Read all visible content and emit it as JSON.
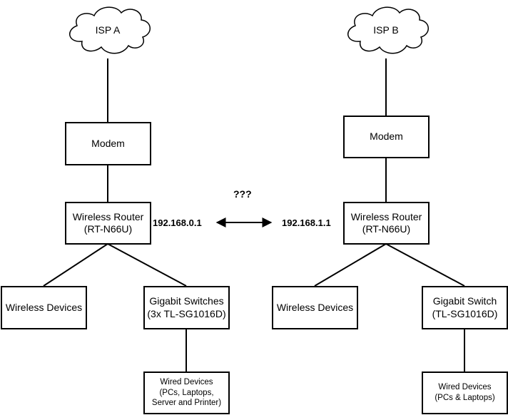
{
  "networks": [
    {
      "isp": "ISP A",
      "modem": "Modem",
      "router": {
        "title": "Wireless Router",
        "model": "(RT-N66U)"
      },
      "router_ip": "192.168.0.1",
      "wireless": "Wireless Devices",
      "switch": {
        "title": "Gigabit Switches",
        "model": "(3x TL-SG1016D)"
      },
      "wired": {
        "title": "Wired Devices",
        "line1": "(PCs, Laptops,",
        "line2": "Server and Printer)"
      }
    },
    {
      "isp": "ISP B",
      "modem": "Modem",
      "router": {
        "title": "Wireless Router",
        "model": "(RT-N66U)"
      },
      "router_ip": "192.168.1.1",
      "wireless": "Wireless Devices",
      "switch": {
        "title": "Gigabit Switch",
        "model": "(TL-SG1016D)"
      },
      "wired": {
        "title": "Wired Devices",
        "line1": "(PCs & Laptops)"
      }
    }
  ],
  "link_label": "???"
}
